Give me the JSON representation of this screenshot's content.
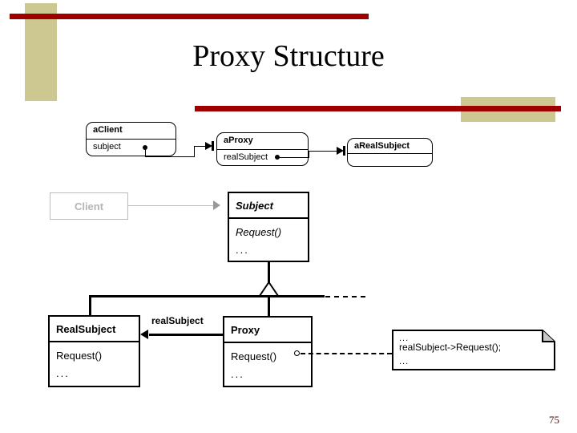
{
  "slide": {
    "title": "Proxy Structure",
    "page_number": "75",
    "accent_red": "#9e0000",
    "accent_beige": "#cdc792",
    "greyed_color": "#b5b5b5"
  },
  "object_diagram": {
    "objects": [
      {
        "name": "aClient",
        "attribute": "subject",
        "has_dot": "yes"
      },
      {
        "name": "aProxy",
        "attribute": "realSubject",
        "has_dot": "yes"
      },
      {
        "name": "aRealSubject",
        "attribute": ""
      }
    ]
  },
  "class_diagram": {
    "client": {
      "name": "Client"
    },
    "subject": {
      "name": "Subject",
      "operation": "Request()",
      "ellipsis": "..."
    },
    "real_subject": {
      "name": "RealSubject",
      "operation": "Request()",
      "ellipsis": "..."
    },
    "proxy": {
      "name": "Proxy",
      "operation": "Request()",
      "ellipsis": "..."
    },
    "association_label": "realSubject",
    "note": {
      "line1": "...",
      "line2": "realSubject->Request();",
      "line3": "..."
    }
  }
}
